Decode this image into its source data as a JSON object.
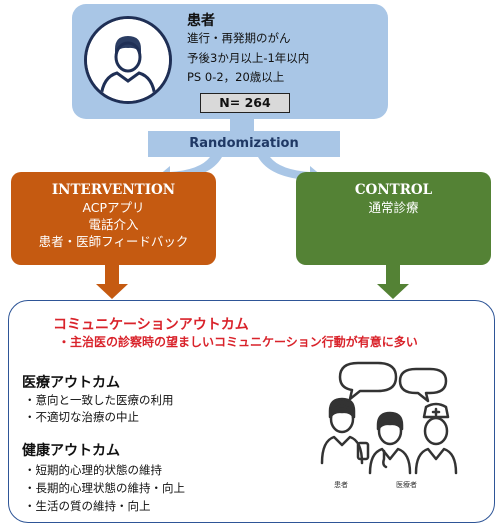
{
  "patient": {
    "title": "患者",
    "criteria": [
      "進行・再発期のがん",
      "予後3か月以上-1年以内",
      "PS 0-2，20歳以上"
    ],
    "n_label": "N= 264"
  },
  "randomization_label": "Randomization",
  "intervention": {
    "title": "INTERVENTION",
    "items": [
      "ACPアプリ",
      "電話介入",
      "患者・医師フィードバック"
    ],
    "color": "#c55a11"
  },
  "control": {
    "title": "CONTROL",
    "items": [
      "通常診療"
    ],
    "color": "#548235"
  },
  "outcomes": {
    "communication": {
      "title": "コミュニケーションアウトカム",
      "item": "・主治医の診察時の望ましいコミュニケーション行動が有意に多い",
      "color": "#d9232b"
    },
    "medical": {
      "title": "医療アウトカム",
      "items": [
        "・意向と一致した医療の利用",
        "・不適切な治療の中止"
      ]
    },
    "health": {
      "title": "健康アウトカム",
      "items": [
        "・短期的心理的状態の維持",
        "・長期的心理状態の維持・向上",
        "・生活の質の維持・向上"
      ]
    }
  },
  "figure_labels": {
    "patient": "患者",
    "doctor": "医療者"
  },
  "colors": {
    "light_blue": "#a9c6e6",
    "frame_blue": "#2e5597"
  }
}
